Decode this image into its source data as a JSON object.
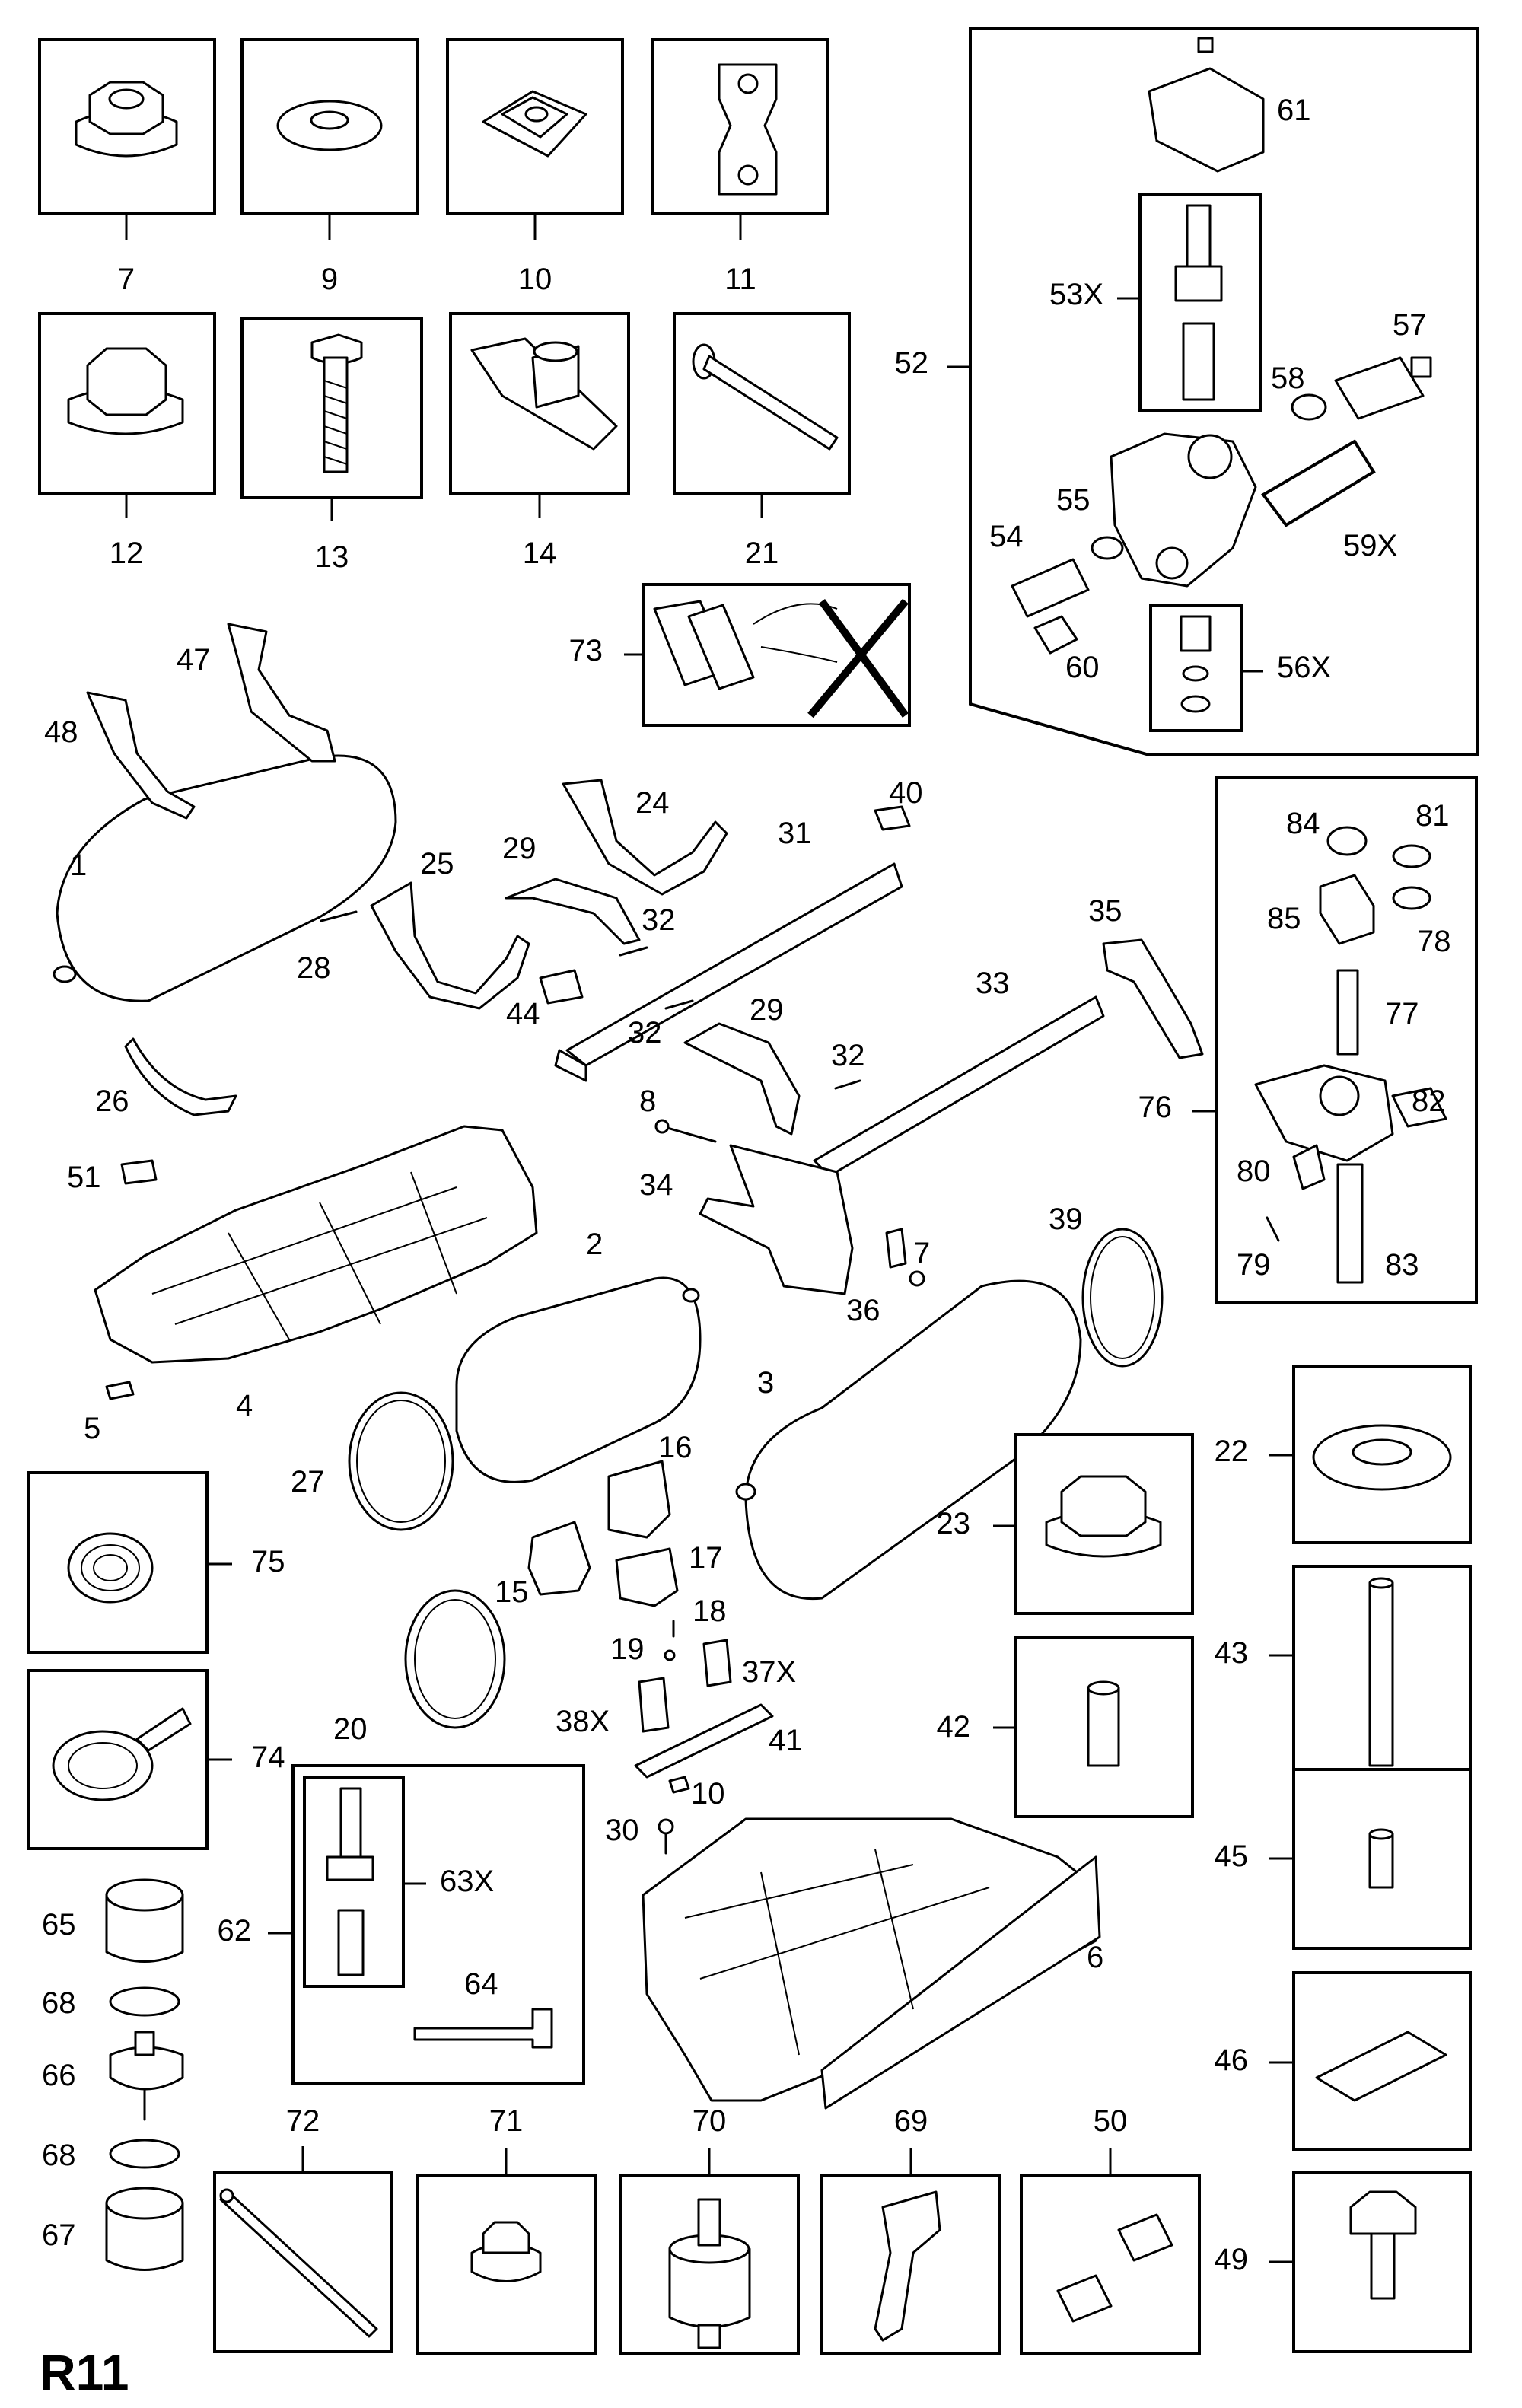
{
  "diagram_code": "R11",
  "labels": {
    "p1": "1",
    "p2": "2",
    "p3": "3",
    "p4": "4",
    "p5": "5",
    "p6": "6",
    "p7a": "7",
    "p7b": "7",
    "p8": "8",
    "p9": "9",
    "p10a": "10",
    "p10b": "10",
    "p11": "11",
    "p12": "12",
    "p13": "13",
    "p14": "14",
    "p15": "15",
    "p16": "16",
    "p17": "17",
    "p18": "18",
    "p19": "19",
    "p20": "20",
    "p21": "21",
    "p22": "22",
    "p23": "23",
    "p24": "24",
    "p25": "25",
    "p26": "26",
    "p27": "27",
    "p28": "28",
    "p29a": "29",
    "p29b": "29",
    "p30": "30",
    "p31": "31",
    "p32a": "32",
    "p32b": "32",
    "p32c": "32",
    "p33": "33",
    "p34": "34",
    "p35": "35",
    "p36": "36",
    "p37x": "37X",
    "p38x": "38X",
    "p39": "39",
    "p40": "40",
    "p41": "41",
    "p42": "42",
    "p43": "43",
    "p44": "44",
    "p45": "45",
    "p46": "46",
    "p47": "47",
    "p48": "48",
    "p49": "49",
    "p50": "50",
    "p51": "51",
    "p52": "52",
    "p53x": "53X",
    "p54": "54",
    "p55": "55",
    "p56x": "56X",
    "p57": "57",
    "p58": "58",
    "p59x": "59X",
    "p60": "60",
    "p61": "61",
    "p62": "62",
    "p63x": "63X",
    "p64": "64",
    "p65": "65",
    "p66": "66",
    "p67": "67",
    "p68a": "68",
    "p68b": "68",
    "p69": "69",
    "p70": "70",
    "p71": "71",
    "p72": "72",
    "p73": "73",
    "p74": "74",
    "p75": "75",
    "p76": "76",
    "p77": "77",
    "p78": "78",
    "p79": "79",
    "p80": "80",
    "p81": "81",
    "p82": "82",
    "p83": "83",
    "p84": "84",
    "p85": "85"
  }
}
